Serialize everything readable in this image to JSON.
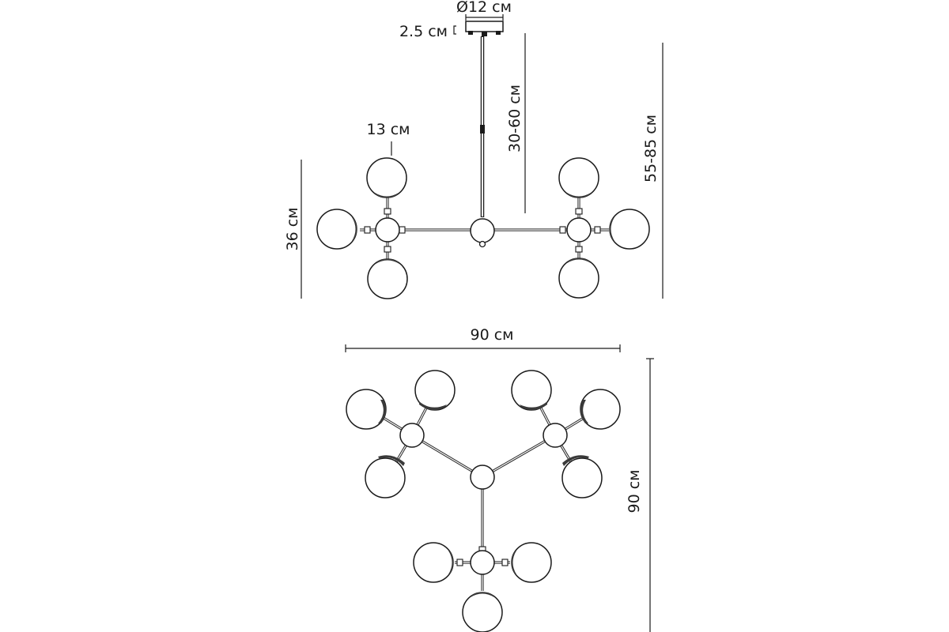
{
  "labels": {
    "canopy_diameter": "Ø12 см",
    "canopy_height": "2.5 см",
    "rod_length": "30-60 см",
    "total_height": "55-85 см",
    "globe_diameter": "13 см",
    "body_height": "36 см",
    "width": "90 см",
    "depth": "90 см"
  },
  "colors": {
    "line": "#1a1a1a",
    "background": "#ffffff"
  }
}
